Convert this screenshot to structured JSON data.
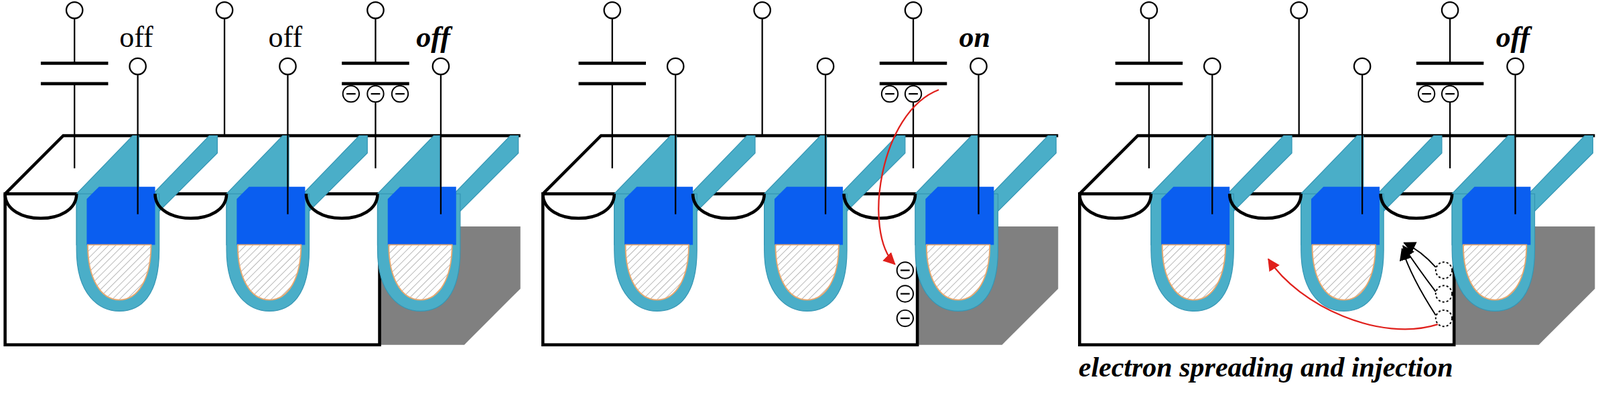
{
  "diagram": {
    "labels": [
      "off",
      "off",
      "off",
      "on",
      "off",
      "electron spreading and injection"
    ]
  }
}
